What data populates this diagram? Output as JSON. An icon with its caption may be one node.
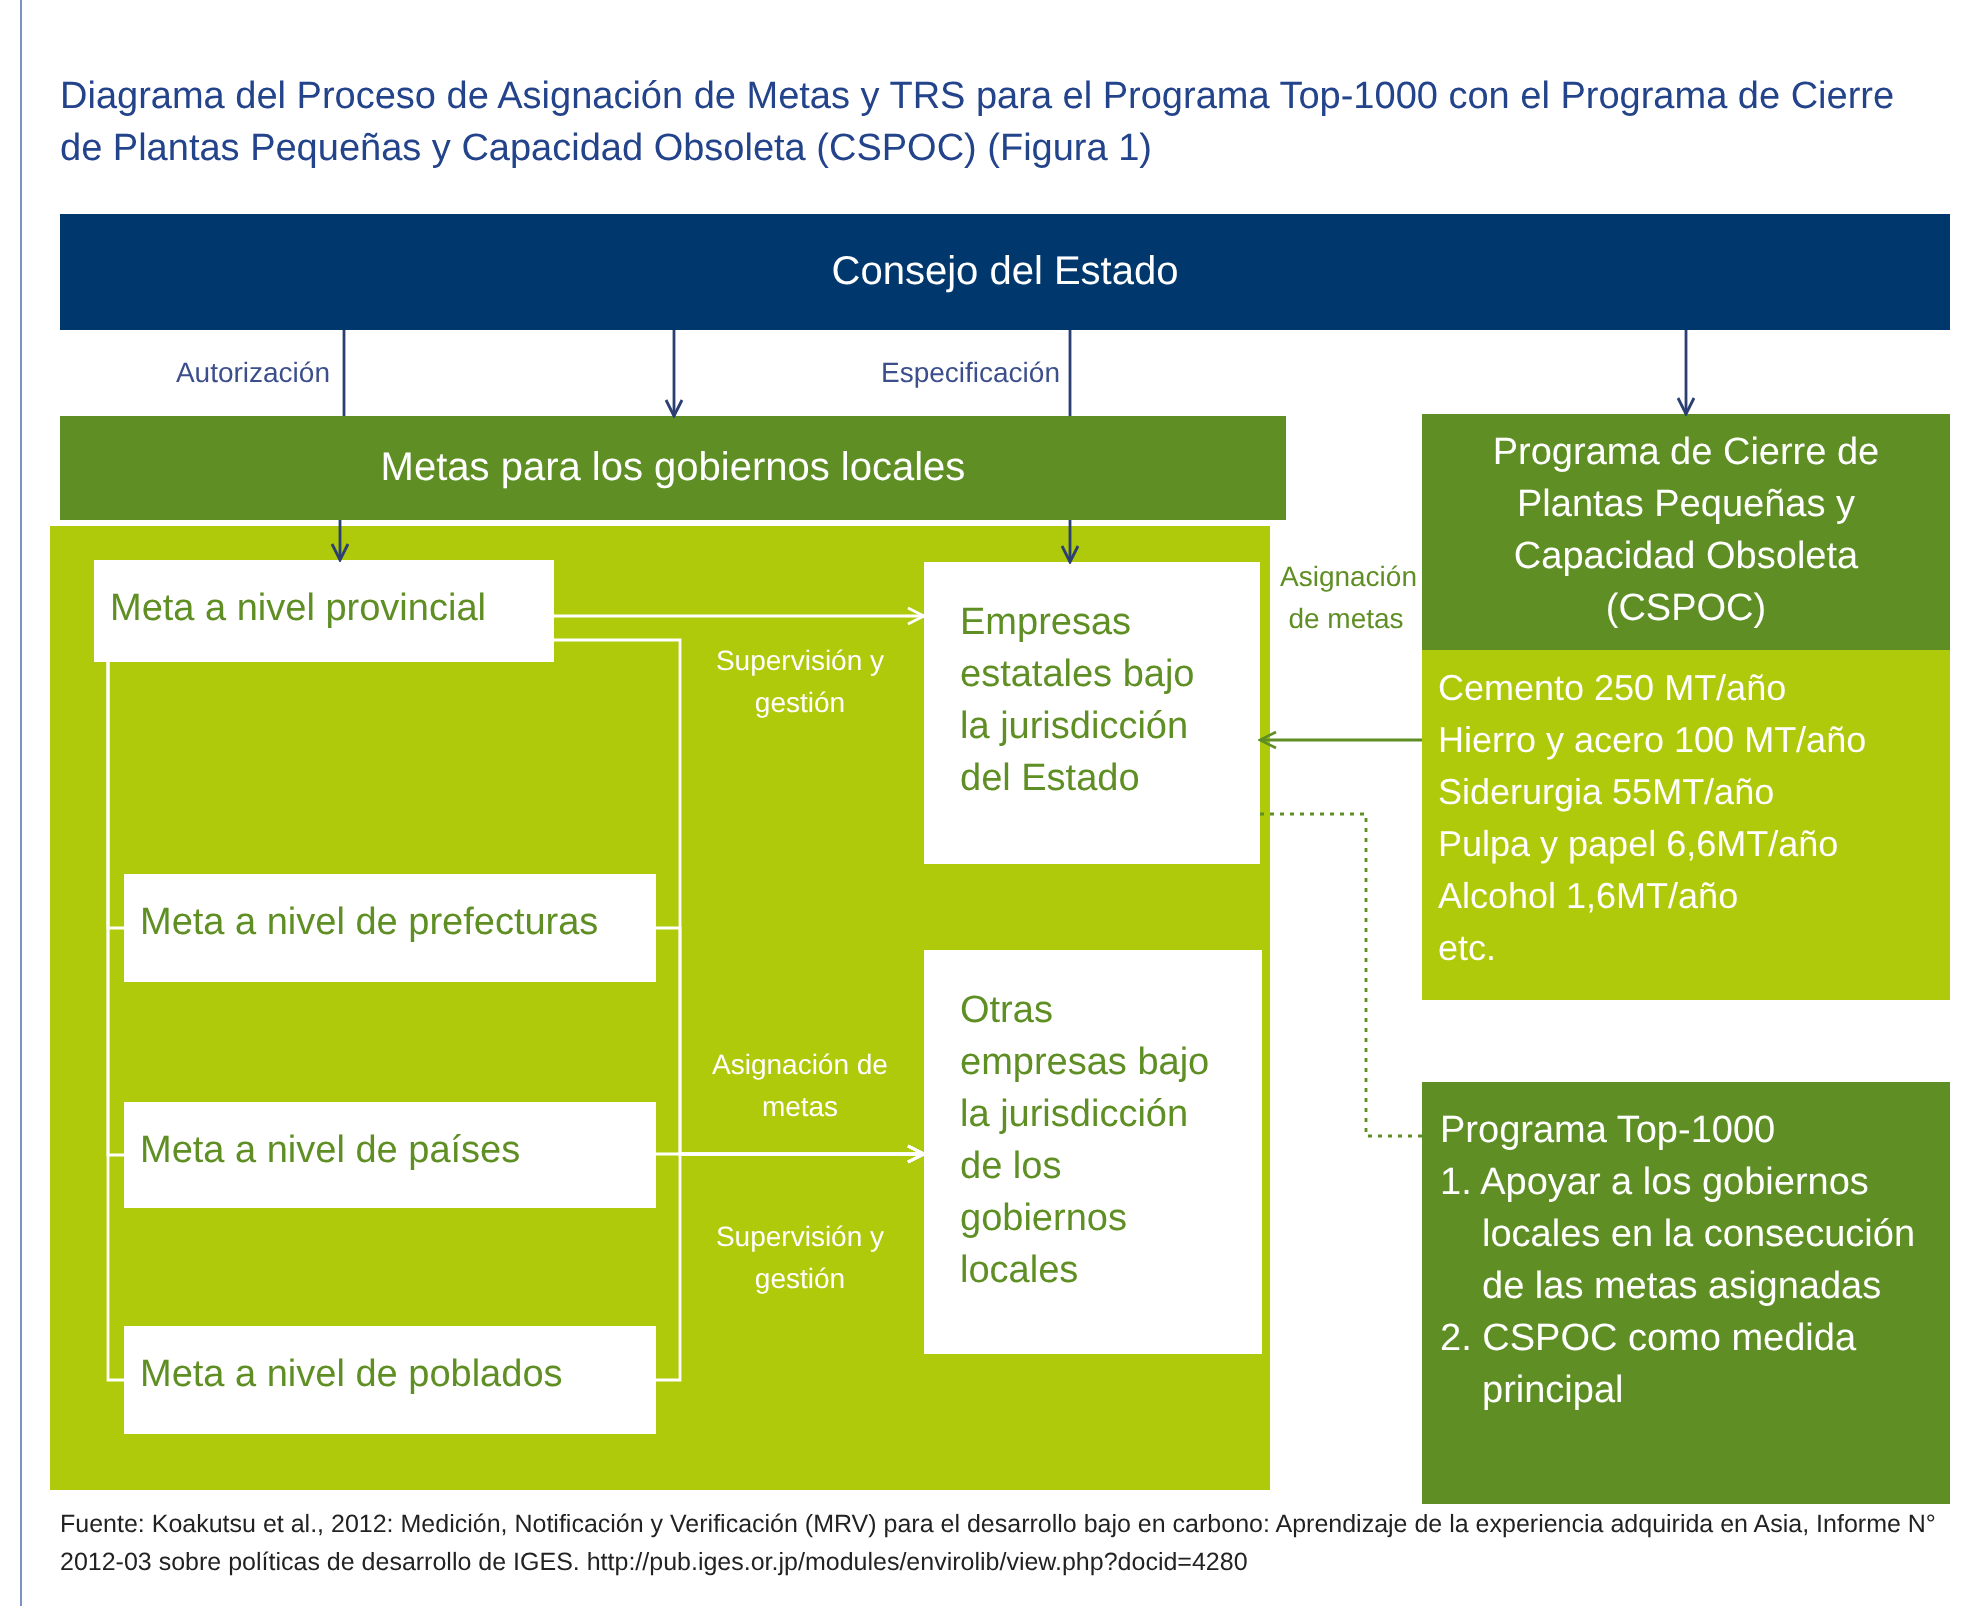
{
  "diagram": {
    "title": "Diagrama del Proceso de Asignación de Metas y TRS para el Programa Top-1000 con el Programa de Cierre de Plantas Pequeñas y Capacidad Obsoleta (CSPOC) (Figura 1)",
    "caption": "Fuente: Koakutsu et al., 2012: Medición, Notificación y Verificación (MRV) para el desarrollo bajo en carbono: Aprendizaje de la experiencia adquirida en Asia, Informe N° 2012-03 sobre políticas de desarrollo de IGES. http://pub.iges.or.jp/modules/envirolib/view.php?docid=4280",
    "nodes": [
      {
        "text": [
          "Consejo del Estado"
        ]
      },
      {
        "text": [
          "Metas para los gobiernos locales"
        ]
      },
      {
        "text": [],
        "shape": "box"
      },
      {
        "text": [
          "Meta a nivel provincial"
        ],
        "in": 2
      },
      {
        "text": [
          "Empresas estatales bajo la jurisdicción del Estado"
        ],
        "in": 2
      },
      {
        "text": [
          "Meta a nivel de prefecturas"
        ],
        "in": 2
      },
      {
        "text": [
          "Otras empresas bajo la jurisdicción de los gobiernos locales"
        ],
        "in": 2
      },
      {
        "text": [
          "Meta a nivel de países"
        ],
        "in": 2
      },
      {
        "text": [
          "Meta a nivel de poblados"
        ],
        "in": 2
      },
      {
        "text": [
          "Programa de Cierre de Plantas Pequeñas y Capacidad Obsoleta (CSPOC)",
          "Cemento 250 MT/año",
          "Hierro y acero 100 MT/año",
          "Siderurgia 55MT/año",
          "Pulpa y papel 6,6MT/año",
          "Alcohol 1,6MT/año",
          "etc."
        ]
      },
      {
        "text": [
          "Programa Top-1000",
          "1. Apoyar a los gobiernos locales en la consecución de las metas asignadas",
          "2. CSPOC como medida principal"
        ]
      }
    ],
    "edges": [
      {
        "from": 0,
        "to": 1,
        "arrow": "none",
        "label": "Autorización",
        "color": "#2c3f73"
      },
      {
        "from": 0,
        "to": 1,
        "arrow": "to",
        "color": "#2c3f73"
      },
      {
        "from": 0,
        "to": 1,
        "arrow": "none",
        "label": "Especificación",
        "color": "#2c3f73"
      },
      {
        "from": 0,
        "to": 9,
        "arrow": "to",
        "color": "#2c3f73"
      },
      {
        "from": 1,
        "to": 3,
        "arrow": "to",
        "color": "#2c3f73"
      },
      {
        "from": 1,
        "to": 4,
        "arrow": "to",
        "color": "#2c3f73"
      },
      {
        "from": 3,
        "to": 4,
        "arrow": "to",
        "label": "Supervisión y gestión"
      },
      {
        "from": 3,
        "to": 5,
        "arrow": "none"
      },
      {
        "from": 3,
        "to": 7,
        "arrow": "none"
      },
      {
        "from": 3,
        "to": 8,
        "arrow": "none"
      },
      {
        "from": 3,
        "to": 6,
        "arrow": "to"
      },
      {
        "from": 5,
        "to": 6,
        "arrow": "to"
      },
      {
        "from": 8,
        "to": 6,
        "arrow": "to"
      },
      {
        "from": 7,
        "to": 6,
        "arrow": "to",
        "label": "Asignación de metas"
      },
      {
        "from": 9,
        "to": 4,
        "arrow": "to",
        "label": "Asignación de metas",
        "color": "#5f8f24"
      },
      {
        "from": 4,
        "to": 10,
        "arrow": "none",
        "style": "dashed",
        "color": "#5f8f24"
      }
    ],
    "labels": [
      "Supervisión y gestión"
    ]
  }
}
